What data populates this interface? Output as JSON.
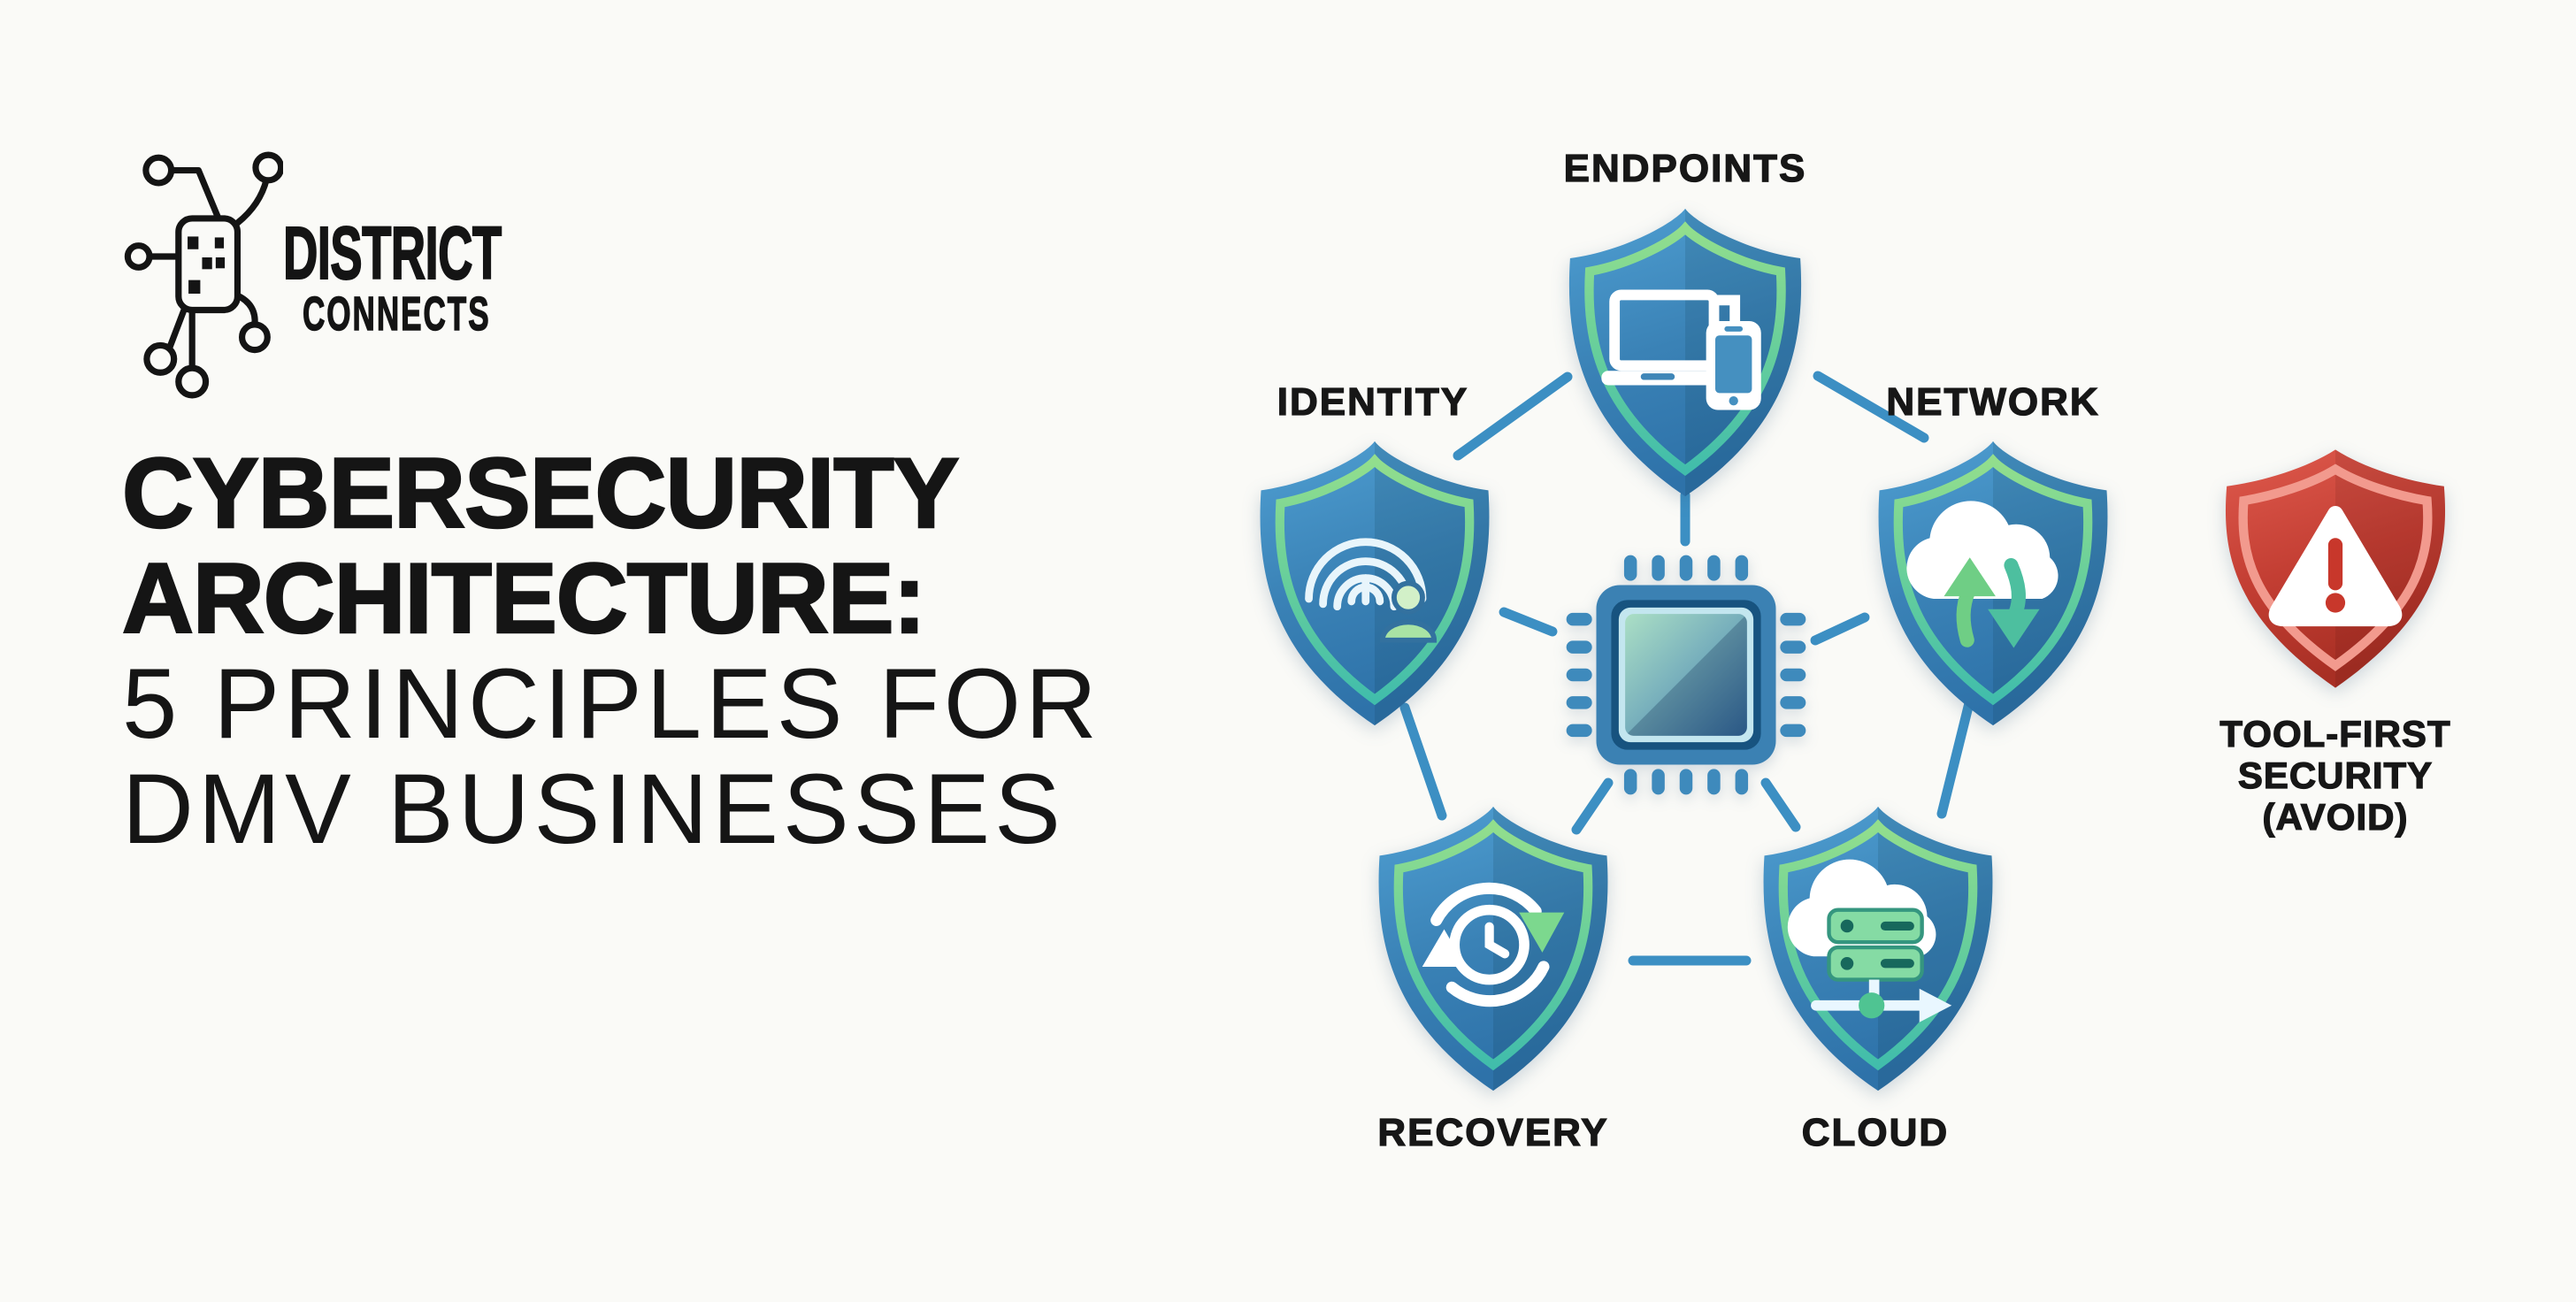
{
  "brand": {
    "logo_icon": "circuit-network-icon",
    "name": "DISTRICT",
    "subname": "CONNECTS"
  },
  "headline": {
    "line1": "CYBERSECURITY",
    "line2": "ARCHITECTURE:",
    "line3": "5 PRINCIPLES FOR",
    "line4": "DMV BUSINESSES"
  },
  "diagram": {
    "center": {
      "icon": "cpu-chip-icon"
    },
    "nodes": [
      {
        "id": "endpoints",
        "label": "ENDPOINTS",
        "icon": "laptop-phone-icon"
      },
      {
        "id": "identity",
        "label": "IDENTITY",
        "icon": "fingerprint-user-icon"
      },
      {
        "id": "network",
        "label": "NETWORK",
        "icon": "cloud-sync-arrows-icon"
      },
      {
        "id": "recovery",
        "label": "RECOVERY",
        "icon": "clock-restore-icon"
      },
      {
        "id": "cloud",
        "label": "CLOUD",
        "icon": "cloud-server-icon"
      }
    ],
    "warning": {
      "icon": "warning-triangle-icon",
      "line1": "TOOL-FIRST",
      "line2": "SECURITY",
      "line3": "(AVOID)"
    }
  },
  "colors": {
    "background": "#fafaf7",
    "shield_blue_light": "#4f9fd2",
    "shield_blue_dark": "#2e72a9",
    "shield_border_green": "#92de8d",
    "shield_border_teal": "#41bdab",
    "connector_blue": "#3c8fc3",
    "warning_red": "#c33e33",
    "text_dark": "#171717"
  }
}
